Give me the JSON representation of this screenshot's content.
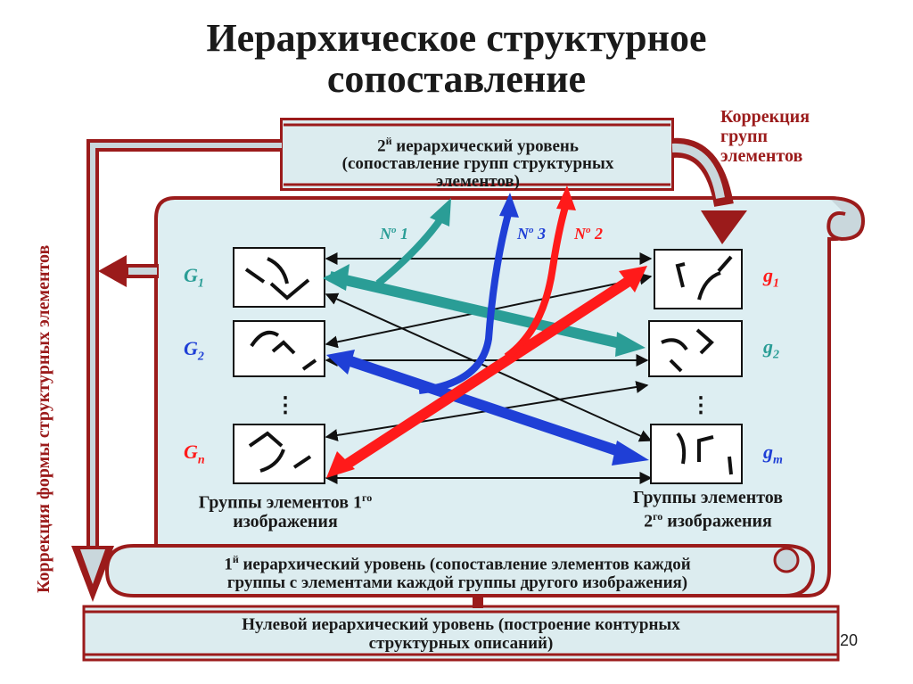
{
  "title": {
    "line1": "Иерархическое структурное",
    "line2": "сопоставление"
  },
  "level2": {
    "sup": "й",
    "line1_tail": " иерархический уровень",
    "line2": "(сопоставление групп структурных",
    "line3": "элементов)",
    "prefix": "2"
  },
  "correction_groups": {
    "line1": "Коррекция",
    "line2": "групп",
    "line3": "элементов"
  },
  "correction_form": "Коррекция формы структурных элементов",
  "left_groups": {
    "g1": "G",
    "g1_sub": "1",
    "g2": "G",
    "g2_sub": "2",
    "gn": "G",
    "gn_sub": "n",
    "dots": "⋮",
    "caption_line1": "Группы элементов 1",
    "caption_sup": "го",
    "caption_line2": "изображения"
  },
  "right_groups": {
    "g1": "g",
    "g1_sub": "1",
    "g2": "g",
    "g2_sub": "2",
    "gm": "g",
    "gm_sub": "m",
    "dots": "⋮",
    "caption_line1": "Группы элементов",
    "caption_prefix": "2",
    "caption_sup": "го",
    "caption_line2": " изображения"
  },
  "arrows": {
    "n1": "N",
    "n1_sup": "o",
    "n1_num": " 1",
    "n2": "N",
    "n2_sup": "o",
    "n2_num": " 2",
    "n3": "N",
    "n3_sup": "o",
    "n3_num": " 3"
  },
  "level1": {
    "prefix": "1",
    "sup": "й",
    "line1_tail": " иерархический уровень (сопоставление элементов каждой",
    "line2": "группы с элементами каждой группы другого изображения)"
  },
  "level0": {
    "line1": "Нулевой иерархический уровень (построение контурных",
    "line2": "структурных описаний)"
  },
  "page_number": "20",
  "colors": {
    "dark_red": "#9b1b1b",
    "teal": "#2a9d96",
    "red": "#ff1a1a",
    "blue": "#1f3fd6",
    "panel_fill": "#ddeef2",
    "scroll_fill": "#dcecef"
  }
}
